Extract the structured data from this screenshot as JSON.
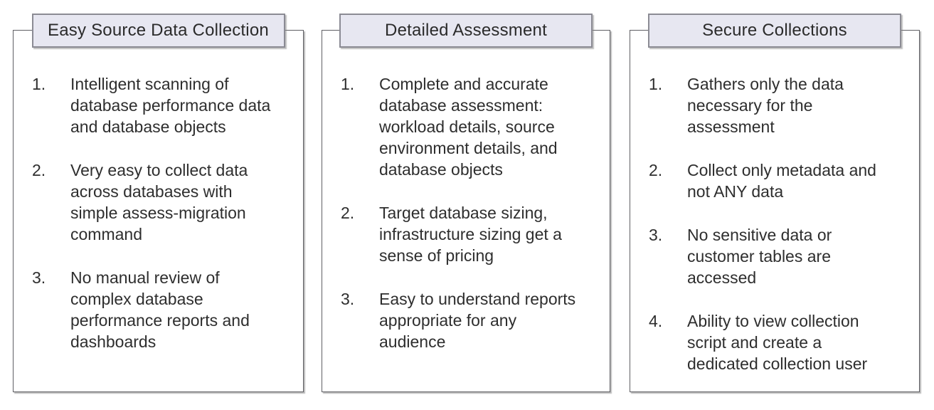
{
  "colors": {
    "background": "#ffffff",
    "panel_border": "#5f5f64",
    "title_box_fill": "#e7e7f1",
    "title_box_border": "#8b8b94",
    "text": "#2e2e2e"
  },
  "panels": [
    {
      "title": "Easy Source Data Collection",
      "items": [
        {
          "num": "1.",
          "text": "Intelligent scanning of\ndatabase performance data\nand database objects"
        },
        {
          "num": "2.",
          "text": "Very easy to collect data\nacross databases with\nsimple assess-migration\ncommand"
        },
        {
          "num": "3.",
          "text": "No manual review of\ncomplex database\nperformance reports and\ndashboards"
        }
      ]
    },
    {
      "title": "Detailed Assessment",
      "items": [
        {
          "num": "1.",
          "text": "Complete and accurate\ndatabase assessment:\nworkload details, source\nenvironment details, and\ndatabase objects"
        },
        {
          "num": "2.",
          "text": "Target database sizing,\ninfrastructure sizing get a\nsense of pricing"
        },
        {
          "num": "3.",
          "text": "Easy to understand reports\nappropriate for any\naudience"
        }
      ]
    },
    {
      "title": "Secure Collections",
      "items": [
        {
          "num": "1.",
          "text": "Gathers only the data\nnecessary for the\nassessment"
        },
        {
          "num": "2.",
          "text": "Collect only metadata and\nnot ANY data"
        },
        {
          "num": "3.",
          "text": "No sensitive data or\ncustomer tables are\naccessed"
        },
        {
          "num": "4.",
          "text": "Ability to view collection\nscript and create a\ndedicated collection user"
        }
      ]
    }
  ]
}
